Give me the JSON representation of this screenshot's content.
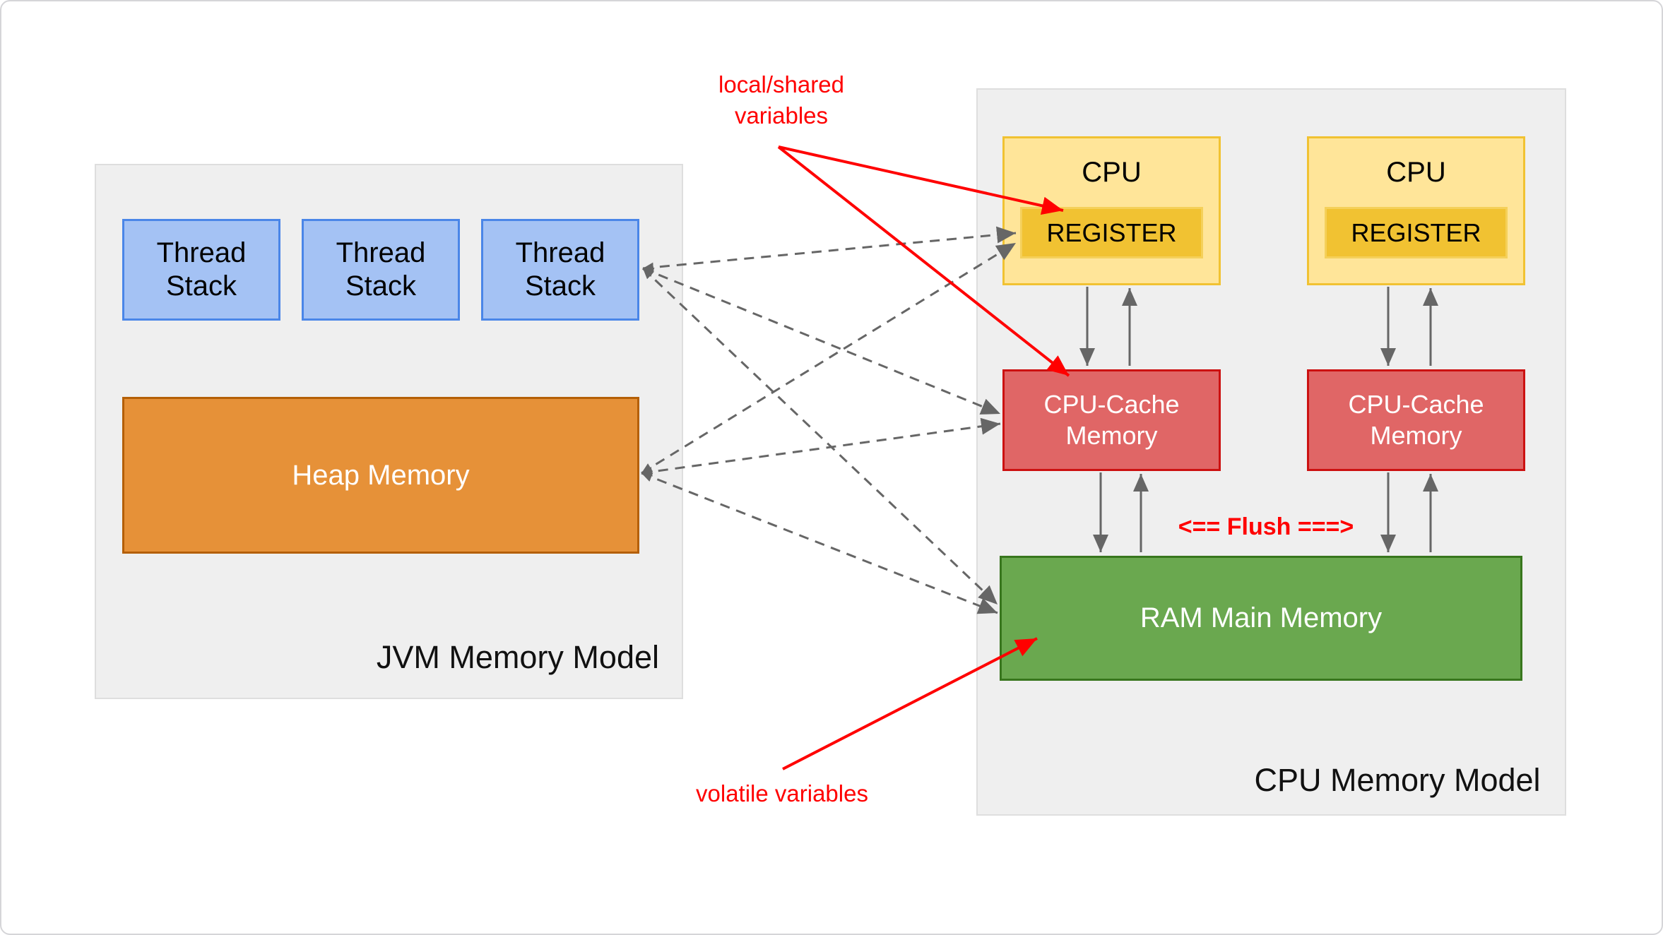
{
  "jvm_panel": {
    "title": "JVM Memory Model",
    "thread_stacks": [
      {
        "label": "Thread Stack"
      },
      {
        "label": "Thread Stack"
      },
      {
        "label": "Thread Stack"
      }
    ],
    "heap_label": "Heap Memory"
  },
  "cpu_panel": {
    "title": "CPU Memory Model",
    "cpus": [
      {
        "label": "CPU",
        "register_label": "REGISTER"
      },
      {
        "label": "CPU",
        "register_label": "REGISTER"
      }
    ],
    "caches": [
      {
        "label": "CPU-Cache Memory"
      },
      {
        "label": "CPU-Cache Memory"
      }
    ],
    "ram_label": "RAM Main Memory",
    "flush_label": "<== Flush ===>"
  },
  "annotations": {
    "local_shared_line1": "local/shared",
    "local_shared_line2": "variables",
    "volatile_label": "volatile variables"
  },
  "colors": {
    "panel_bg": "#efefef",
    "panel_border": "#dedede",
    "thread_fill": "#a4c2f4",
    "thread_border": "#4a86e8",
    "heap_fill": "#e69138",
    "heap_border": "#b45f06",
    "cpu_fill": "#ffe599",
    "cpu_border": "#f1c232",
    "register_fill": "#f1c232",
    "cache_fill": "#e06666",
    "cache_border": "#cc1111",
    "ram_fill": "#6aa84f",
    "ram_border": "#38761d",
    "annotation_red": "#ff0000",
    "arrow_gray": "#666666"
  }
}
